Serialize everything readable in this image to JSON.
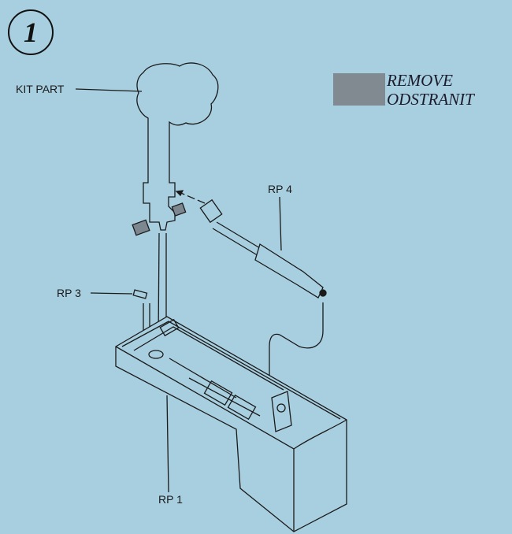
{
  "step_number": "1",
  "legend": {
    "line1": "REMOVE",
    "line2": "ODSTRANIT",
    "swatch_color": "#808a90"
  },
  "labels": {
    "kit_part": "KIT PART",
    "rp4": "RP 4",
    "rp3": "RP 3",
    "rp1": "RP 1"
  }
}
